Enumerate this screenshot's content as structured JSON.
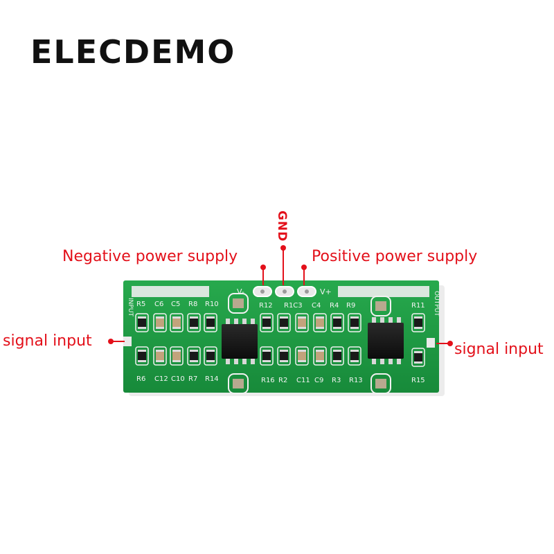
{
  "brand": "ELECDEMO",
  "labels": {
    "gnd": "GND",
    "negative_supply": "Negative power supply",
    "positive_supply": "Positive power supply",
    "signal_input_left": "signal input",
    "signal_input_right": "signal input"
  },
  "board": {
    "pads": {
      "v_minus": "V-",
      "v_plus": "V+"
    },
    "top_row_left": [
      "R5",
      "C6",
      "C5",
      "R8",
      "R10"
    ],
    "bottom_row_left": [
      "R6",
      "C12",
      "C10",
      "R7",
      "R14"
    ],
    "top_row_mid": [
      "R12",
      "R1C3",
      "C4",
      "R4",
      "R9"
    ],
    "bottom_row_mid": [
      "R16",
      "R2",
      "C11",
      "C9",
      "R3",
      "R13"
    ],
    "right_top": "R11",
    "right_bottom": "R15",
    "edge_left": "INPUT",
    "edge_right": "OUTPUT"
  },
  "colors": {
    "accent_red": "#e3101a",
    "pcb_green": "#1f9a43",
    "silkscreen": "#f2f2f2"
  }
}
